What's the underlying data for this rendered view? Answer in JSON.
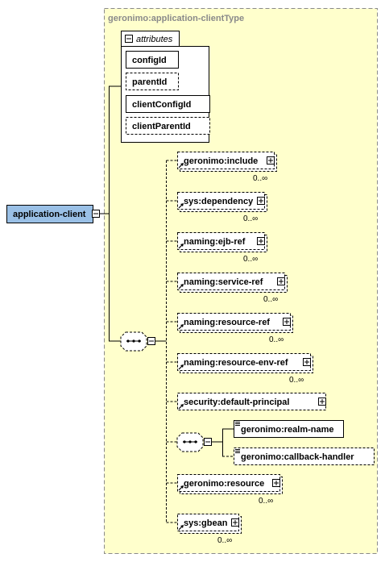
{
  "type_name": "geronimo:application-clientType",
  "attributes_label": "attributes",
  "attributes": [
    {
      "name": "configId",
      "optional": false
    },
    {
      "name": "parentId",
      "optional": true
    },
    {
      "name": "clientConfigId",
      "optional": false
    },
    {
      "name": "clientParentId",
      "optional": true
    }
  ],
  "root_element": "application-client",
  "sequence_children": [
    {
      "name": "geronimo:include",
      "optional": true,
      "cardinality": "0..∞",
      "expandable": true
    },
    {
      "name": "sys:dependency",
      "optional": true,
      "cardinality": "0..∞",
      "expandable": true
    },
    {
      "name": "naming:ejb-ref",
      "optional": true,
      "cardinality": "0..∞",
      "expandable": true
    },
    {
      "name": "naming:service-ref",
      "optional": true,
      "cardinality": "0..∞",
      "expandable": true
    },
    {
      "name": "naming:resource-ref",
      "optional": true,
      "cardinality": "0..∞",
      "expandable": true
    },
    {
      "name": "naming:resource-env-ref",
      "optional": true,
      "cardinality": "0..∞",
      "expandable": true
    },
    {
      "name": "security:default-principal",
      "optional": true,
      "cardinality": "",
      "expandable": true
    },
    {
      "name": "geronimo:resource",
      "optional": true,
      "cardinality": "0..∞",
      "expandable": true
    },
    {
      "name": "sys:gbean",
      "optional": true,
      "cardinality": "0..∞",
      "expandable": true
    }
  ],
  "inner_sequence_children": [
    {
      "name": "geronimo:realm-name",
      "optional": false
    },
    {
      "name": "geronimo:callback-handler",
      "optional": true
    }
  ],
  "colors": {
    "type_background": "#ffffcc",
    "type_border": "#8a8a8a",
    "root_fill": "#9ac0e6",
    "element_fill": "#ffffff"
  }
}
